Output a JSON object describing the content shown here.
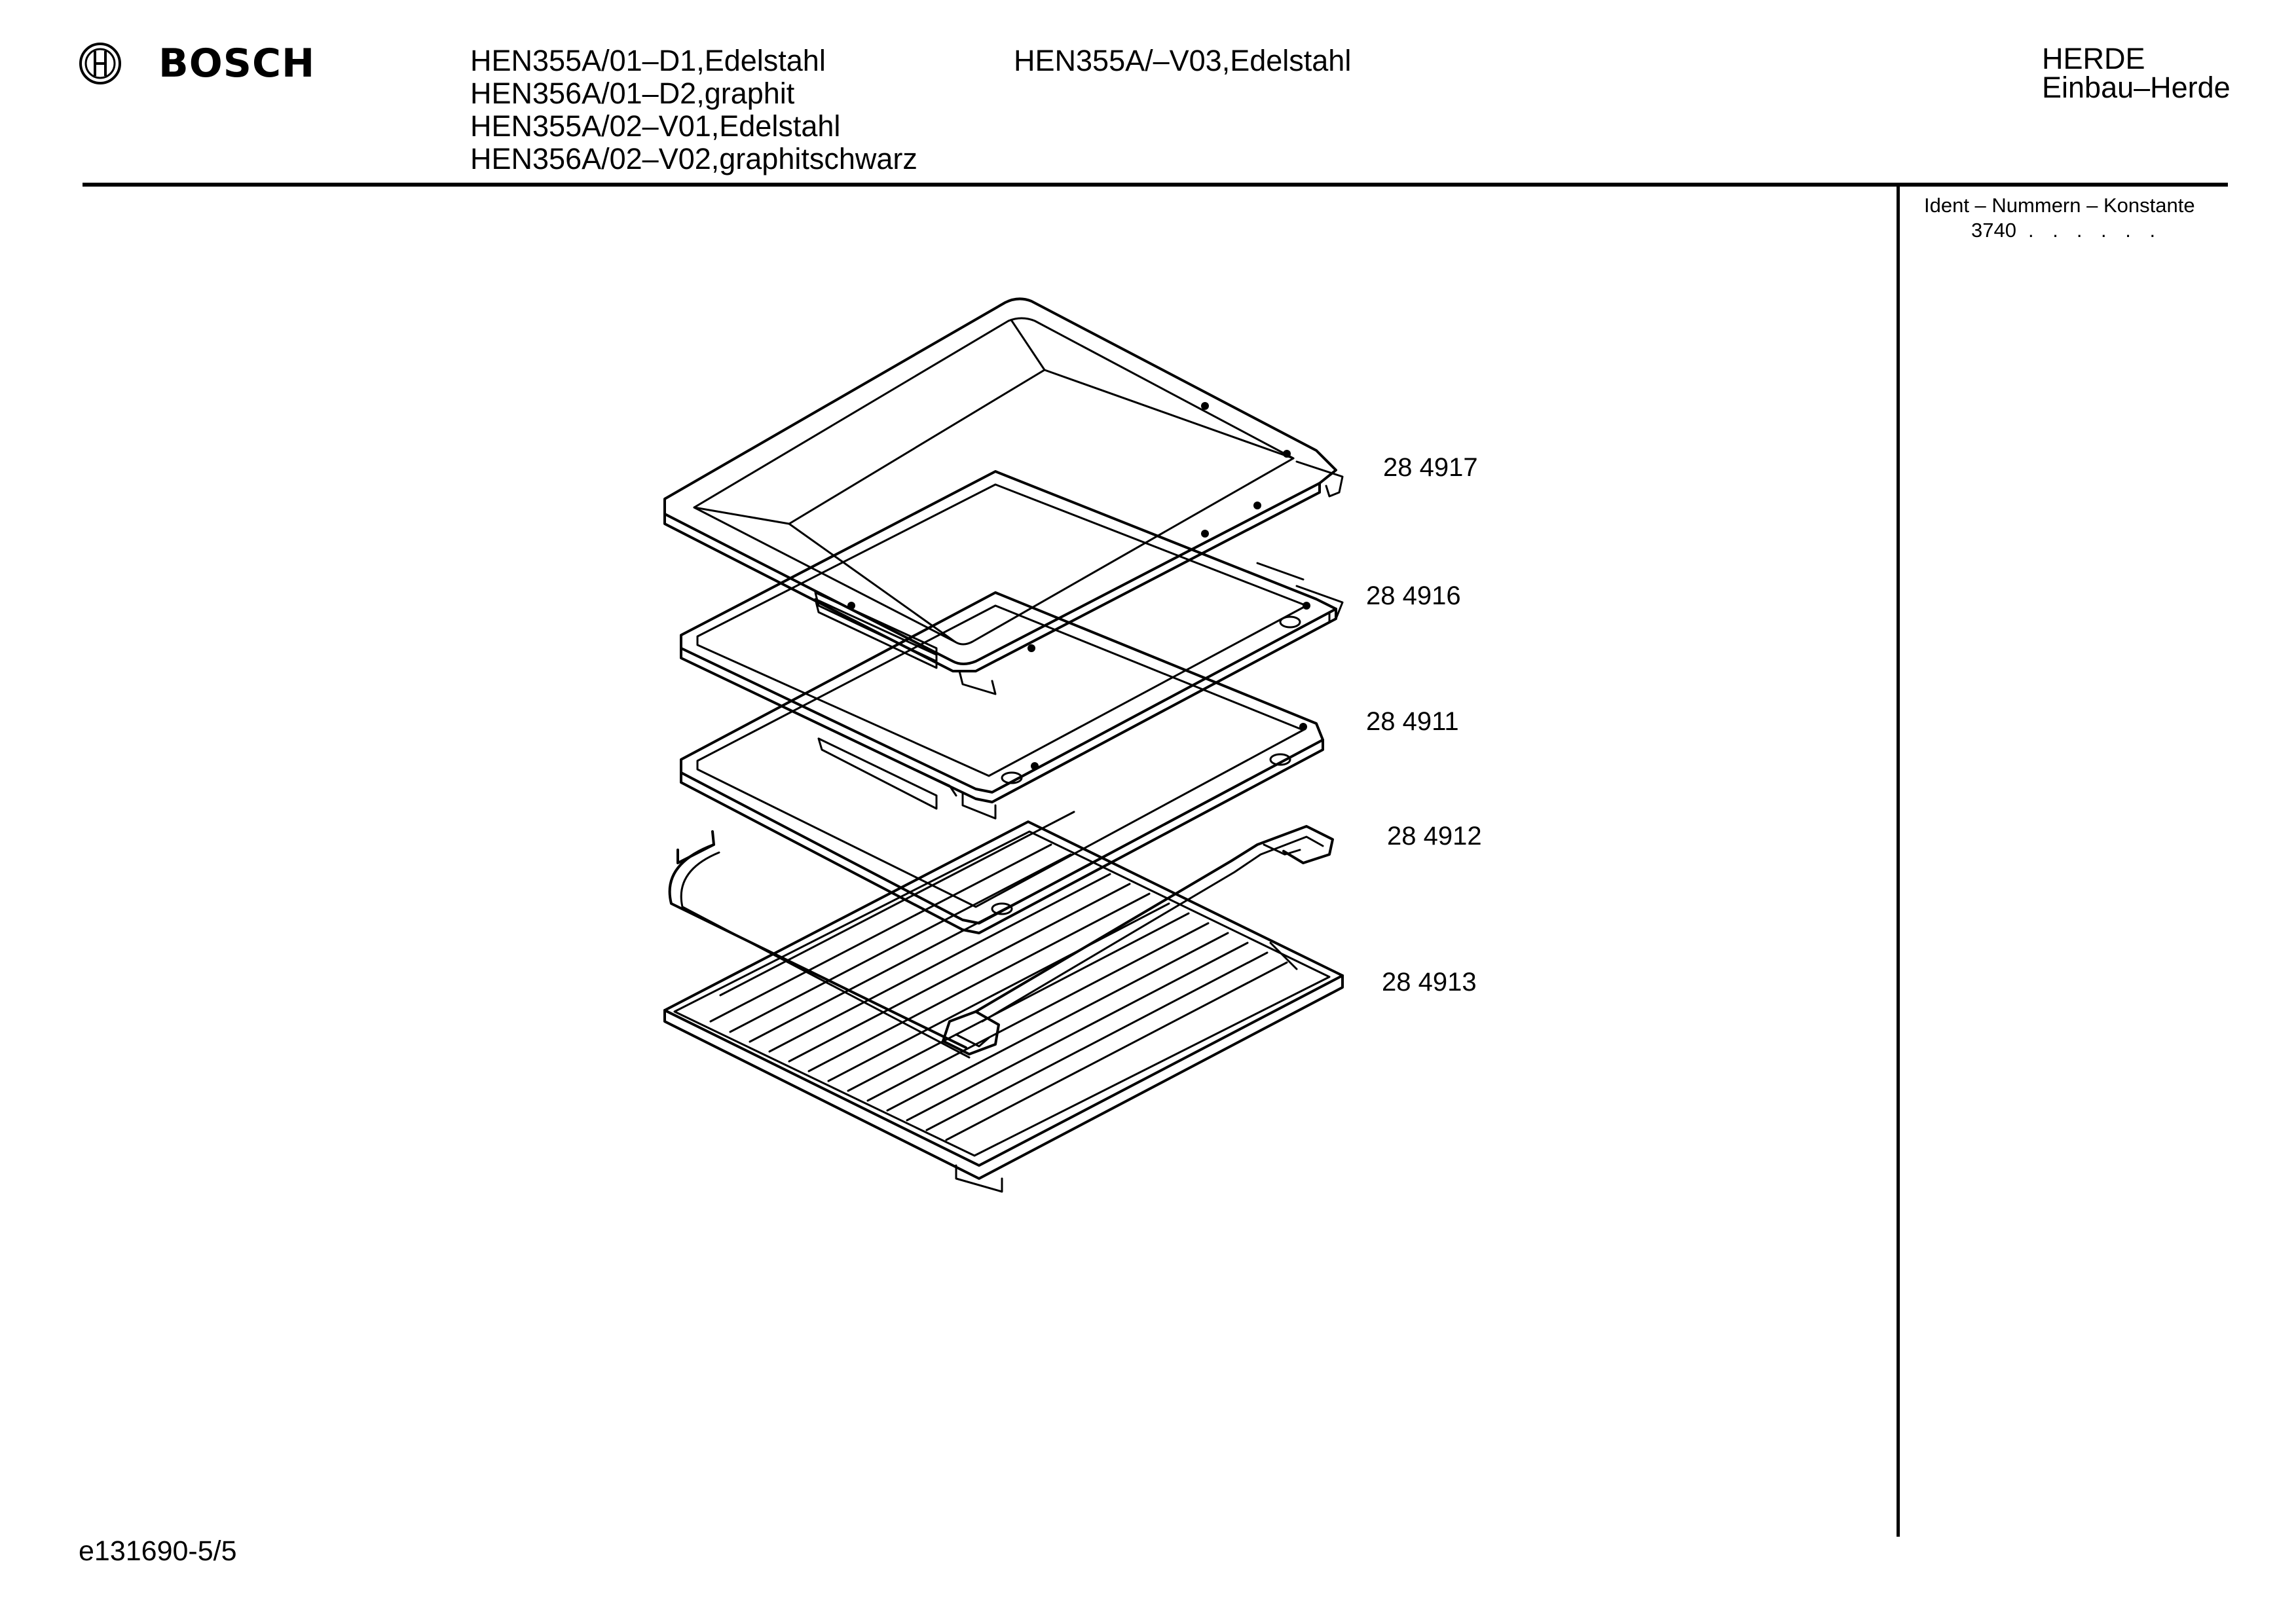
{
  "header": {
    "brand": "BOSCH",
    "brand_icon": "bosch-armature-logo-icon",
    "models": [
      "HEN355A/01–D1,Edelstahl",
      "HEN356A/01–D2,graphit",
      "HEN355A/02–V01,Edelstahl",
      "HEN356A/02–V02,graphitschwarz"
    ],
    "model_right": "HEN355A/–V03,Edelstahl",
    "category_line1": "HERDE",
    "category_line2": "Einbau–Herde"
  },
  "ident": {
    "title": "Ident – Nummern – Konstante",
    "code": "3740",
    "dots_a": ". .",
    "dots_b": ". . . ."
  },
  "parts": [
    {
      "label": "28 4917",
      "name": "deep baking tray"
    },
    {
      "label": "28 4916",
      "name": "baking tray"
    },
    {
      "label": "28 4911",
      "name": "baking tray"
    },
    {
      "label": "28 4912",
      "name": "tray handle"
    },
    {
      "label": "28 4913",
      "name": "wire grid"
    }
  ],
  "footer": {
    "doc_id": "e131690-5/5"
  }
}
